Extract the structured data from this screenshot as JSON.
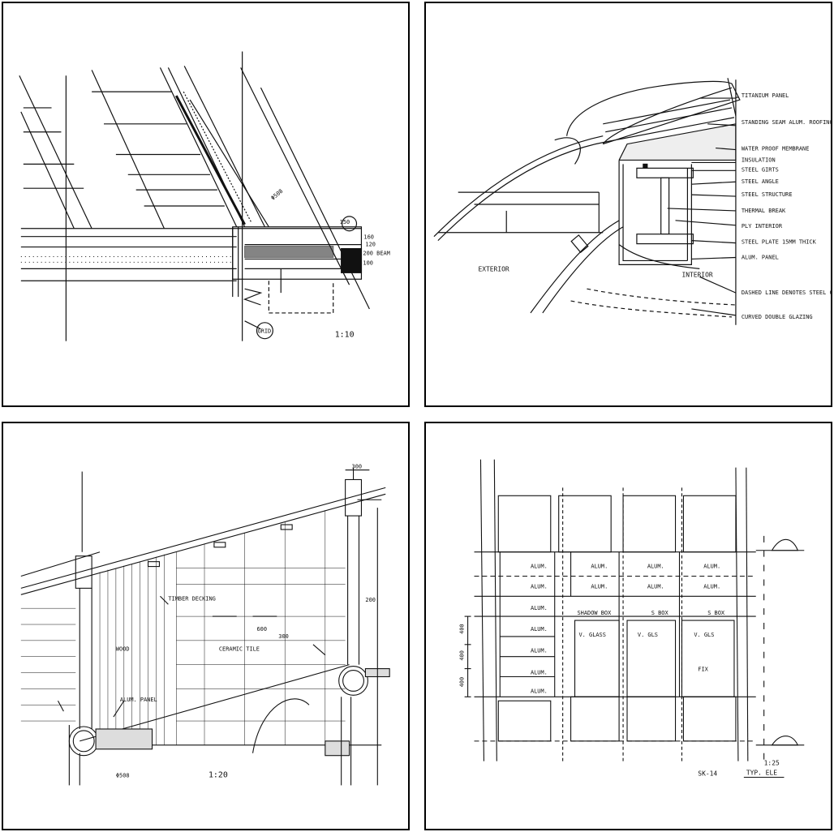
{
  "panel_tl": {
    "dims": [
      "160",
      "120",
      "200 BEAM",
      "100",
      "150"
    ],
    "diameter": "Φ508",
    "tag": "GRID",
    "scale": "1:10"
  },
  "panel_tr": {
    "callouts": [
      "TITANIUM PANEL",
      "STANDING SEAM ALUM. ROOFING PANEL",
      "WATER PROOF MEMBRANE",
      "INSULATION",
      "STEEL GIRTS",
      "STEEL ANGLE",
      "STEEL STRUCTURE",
      "THERMAL BREAK",
      "PLY INTERIOR",
      "STEEL PLATE 15MM THICK",
      "ALUM. PANEL",
      "DASHED LINE DENOTES STEEL COLUMN BEYOND",
      "CURVED DOUBLE GLAZING"
    ],
    "exterior": "EXTERIOR",
    "interior": "INTERIOR"
  },
  "panel_bl": {
    "timber": "TIMBER DECKING",
    "wood": "WOOD",
    "tile": "CERAMIC TILE",
    "alum": "ALUM. PANEL",
    "dim600": "600",
    "dim300": "300",
    "dim200": "200",
    "dimtop": "300",
    "diameter": "Φ508",
    "scale": "1:20"
  },
  "panel_br": {
    "alum": "ALUM.",
    "shadow": "SHADOW BOX",
    "sbox": "S BOX",
    "vglass": "V. GLASS",
    "vgls": "V. GLS",
    "fix": "FIX",
    "dim1": "400",
    "dim2": "400",
    "dim3": "400",
    "sheet": "SK-14",
    "scale": "1:25",
    "typ": "TYP. ELE"
  }
}
